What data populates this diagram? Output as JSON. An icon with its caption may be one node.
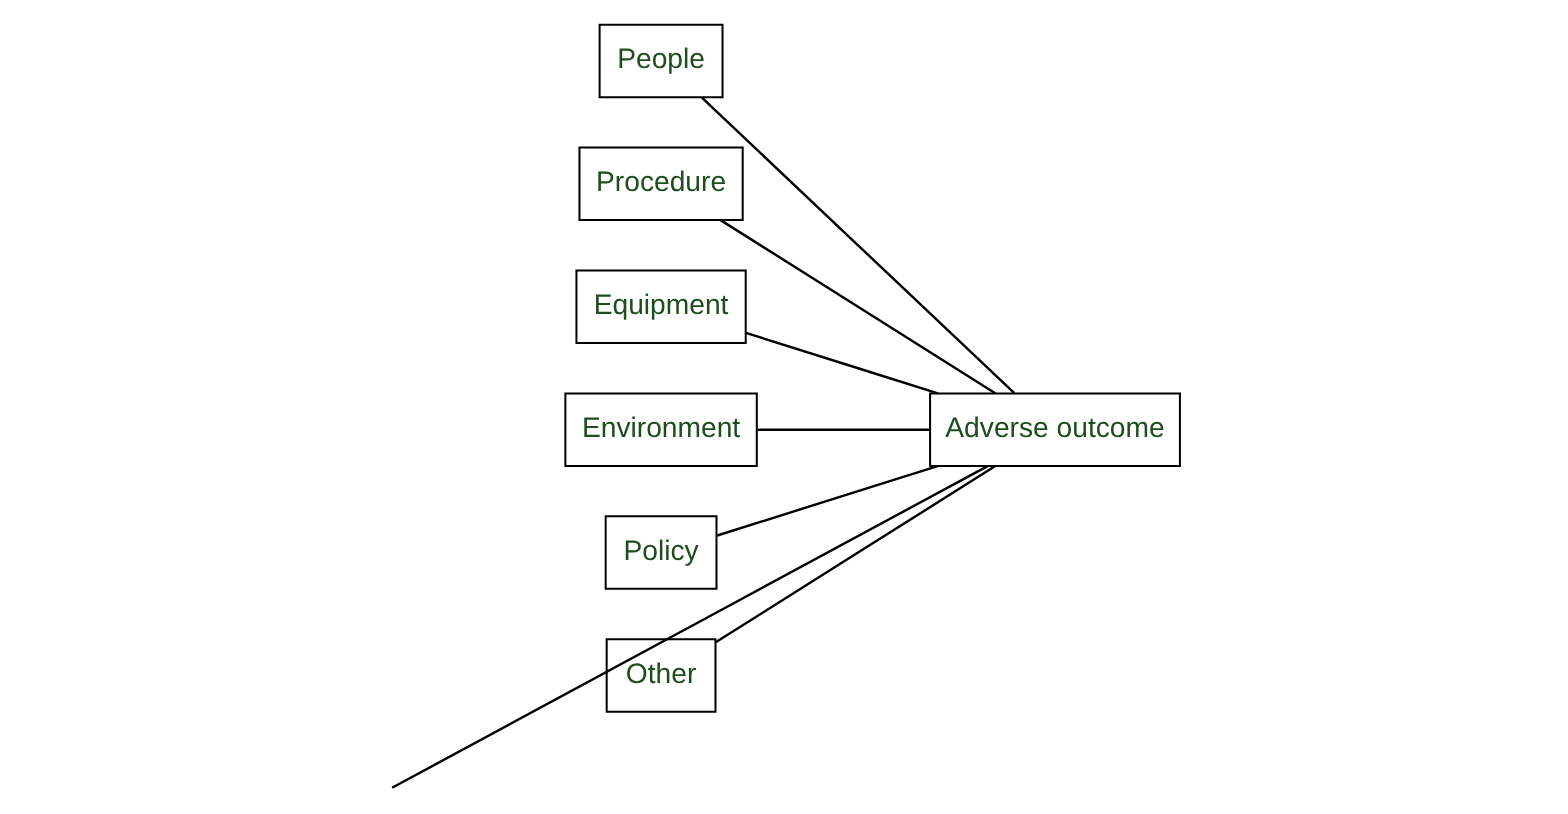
{
  "diagram": {
    "nodes": [
      {
        "text": [
          "People"
        ]
      },
      {
        "text": [
          "Procedure"
        ]
      },
      {
        "text": [
          "Equipment"
        ]
      },
      {
        "text": [
          "Adverse outcome"
        ]
      },
      {
        "text": [
          "Environment"
        ]
      },
      {
        "text": [
          "Policy"
        ]
      },
      {
        "text": [
          "Other"
        ]
      }
    ],
    "edges": [
      {
        "from": null,
        "to": 3,
        "arrow": "none"
      },
      {
        "from": 0,
        "to": 3,
        "arrow": "none"
      },
      {
        "from": 4,
        "to": 3,
        "arrow": "none"
      },
      {
        "from": 1,
        "to": 3,
        "arrow": "none"
      },
      {
        "from": 5,
        "to": 3,
        "arrow": "none"
      },
      {
        "from": 2,
        "to": 3,
        "arrow": "none"
      },
      {
        "from": 6,
        "to": 3,
        "arrow": "none"
      }
    ]
  }
}
